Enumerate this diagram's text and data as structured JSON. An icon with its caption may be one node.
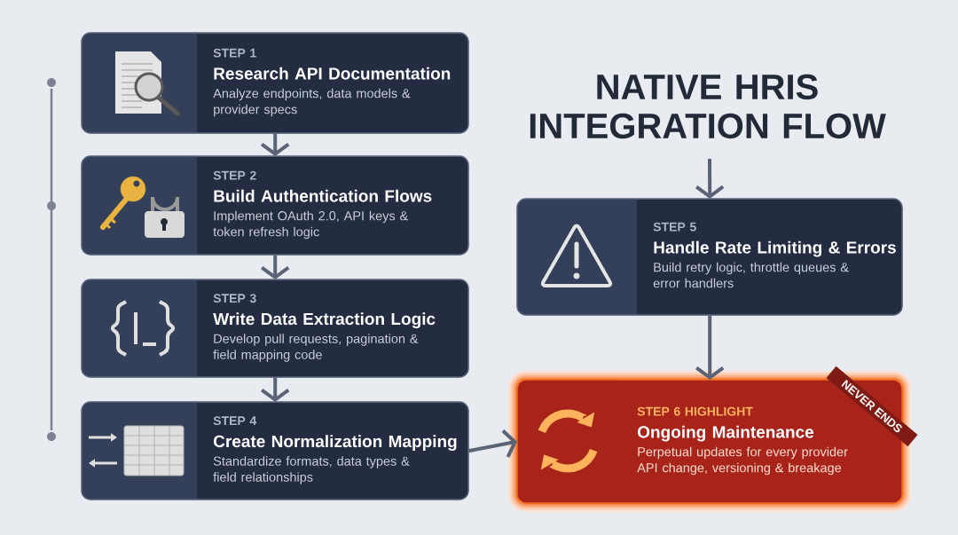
{
  "diagram": {
    "title": "NATIVE HRIS INTEGRATION FLOW",
    "nodes": [
      {
        "text": [
          "STEP 1",
          "Research API Documentation",
          "Analyze endpoints, data models & provider specs"
        ]
      },
      {
        "text": [
          "STEP 2",
          "Build Authentication Flows",
          "Implement OAuth 2.0, API keys & token refresh logic"
        ]
      },
      {
        "text": [
          "STEP 3",
          "Write Data Extraction Logic",
          "Develop pull requests, pagination & field mapping code"
        ]
      },
      {
        "text": [
          "STEP 4",
          "Create Normalization Mapping",
          "Standardize formats, data types & field relationships"
        ]
      },
      {
        "text": [
          "STEP 5",
          "Handle Rate Limiting & Errors",
          "Build retry logic, throttle queues & error handlers"
        ]
      },
      {
        "text": [
          "STEP 6 HIGHLIGHT",
          "Ongoing Maintenance",
          "Perpetual updates for every provider API change, versioning & breakage",
          "NEVER ENDS"
        ]
      }
    ],
    "edges": [
      {
        "from": 0,
        "to": 1,
        "arrow": "to"
      },
      {
        "from": 1,
        "to": 2,
        "arrow": "to"
      },
      {
        "from": 2,
        "to": 3,
        "arrow": "to"
      },
      {
        "from": 3,
        "to": 5,
        "arrow": "to"
      },
      {
        "from": 4,
        "to": 5,
        "arrow": "to"
      },
      {
        "from": null,
        "to": 4,
        "arrow": "to"
      }
    ]
  }
}
